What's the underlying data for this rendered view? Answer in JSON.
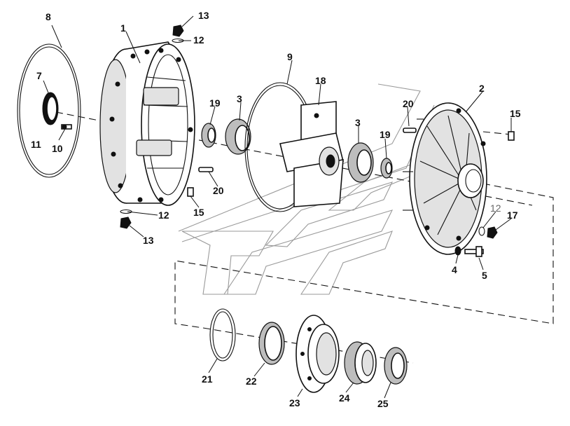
{
  "callouts": [
    {
      "id": "c1",
      "text": "1"
    },
    {
      "id": "c2",
      "text": "2"
    },
    {
      "id": "c3a",
      "text": "3"
    },
    {
      "id": "c3b",
      "text": "3"
    },
    {
      "id": "c4",
      "text": "4"
    },
    {
      "id": "c5",
      "text": "5"
    },
    {
      "id": "c7",
      "text": "7"
    },
    {
      "id": "c8",
      "text": "8"
    },
    {
      "id": "c9",
      "text": "9"
    },
    {
      "id": "c10",
      "text": "10"
    },
    {
      "id": "c11",
      "text": "11"
    },
    {
      "id": "c12a",
      "text": "12"
    },
    {
      "id": "c12b",
      "text": "12"
    },
    {
      "id": "c12c",
      "text": "12"
    },
    {
      "id": "c13a",
      "text": "13"
    },
    {
      "id": "c13b",
      "text": "13"
    },
    {
      "id": "c15a",
      "text": "15"
    },
    {
      "id": "c15b",
      "text": "15"
    },
    {
      "id": "c17",
      "text": "17"
    },
    {
      "id": "c18",
      "text": "18"
    },
    {
      "id": "c19a",
      "text": "19"
    },
    {
      "id": "c19b",
      "text": "19"
    },
    {
      "id": "c20a",
      "text": "20"
    },
    {
      "id": "c20b",
      "text": "20"
    },
    {
      "id": "c21",
      "text": "21"
    },
    {
      "id": "c22",
      "text": "22"
    },
    {
      "id": "c23",
      "text": "23"
    },
    {
      "id": "c24",
      "text": "24"
    },
    {
      "id": "c25",
      "text": "25"
    }
  ]
}
